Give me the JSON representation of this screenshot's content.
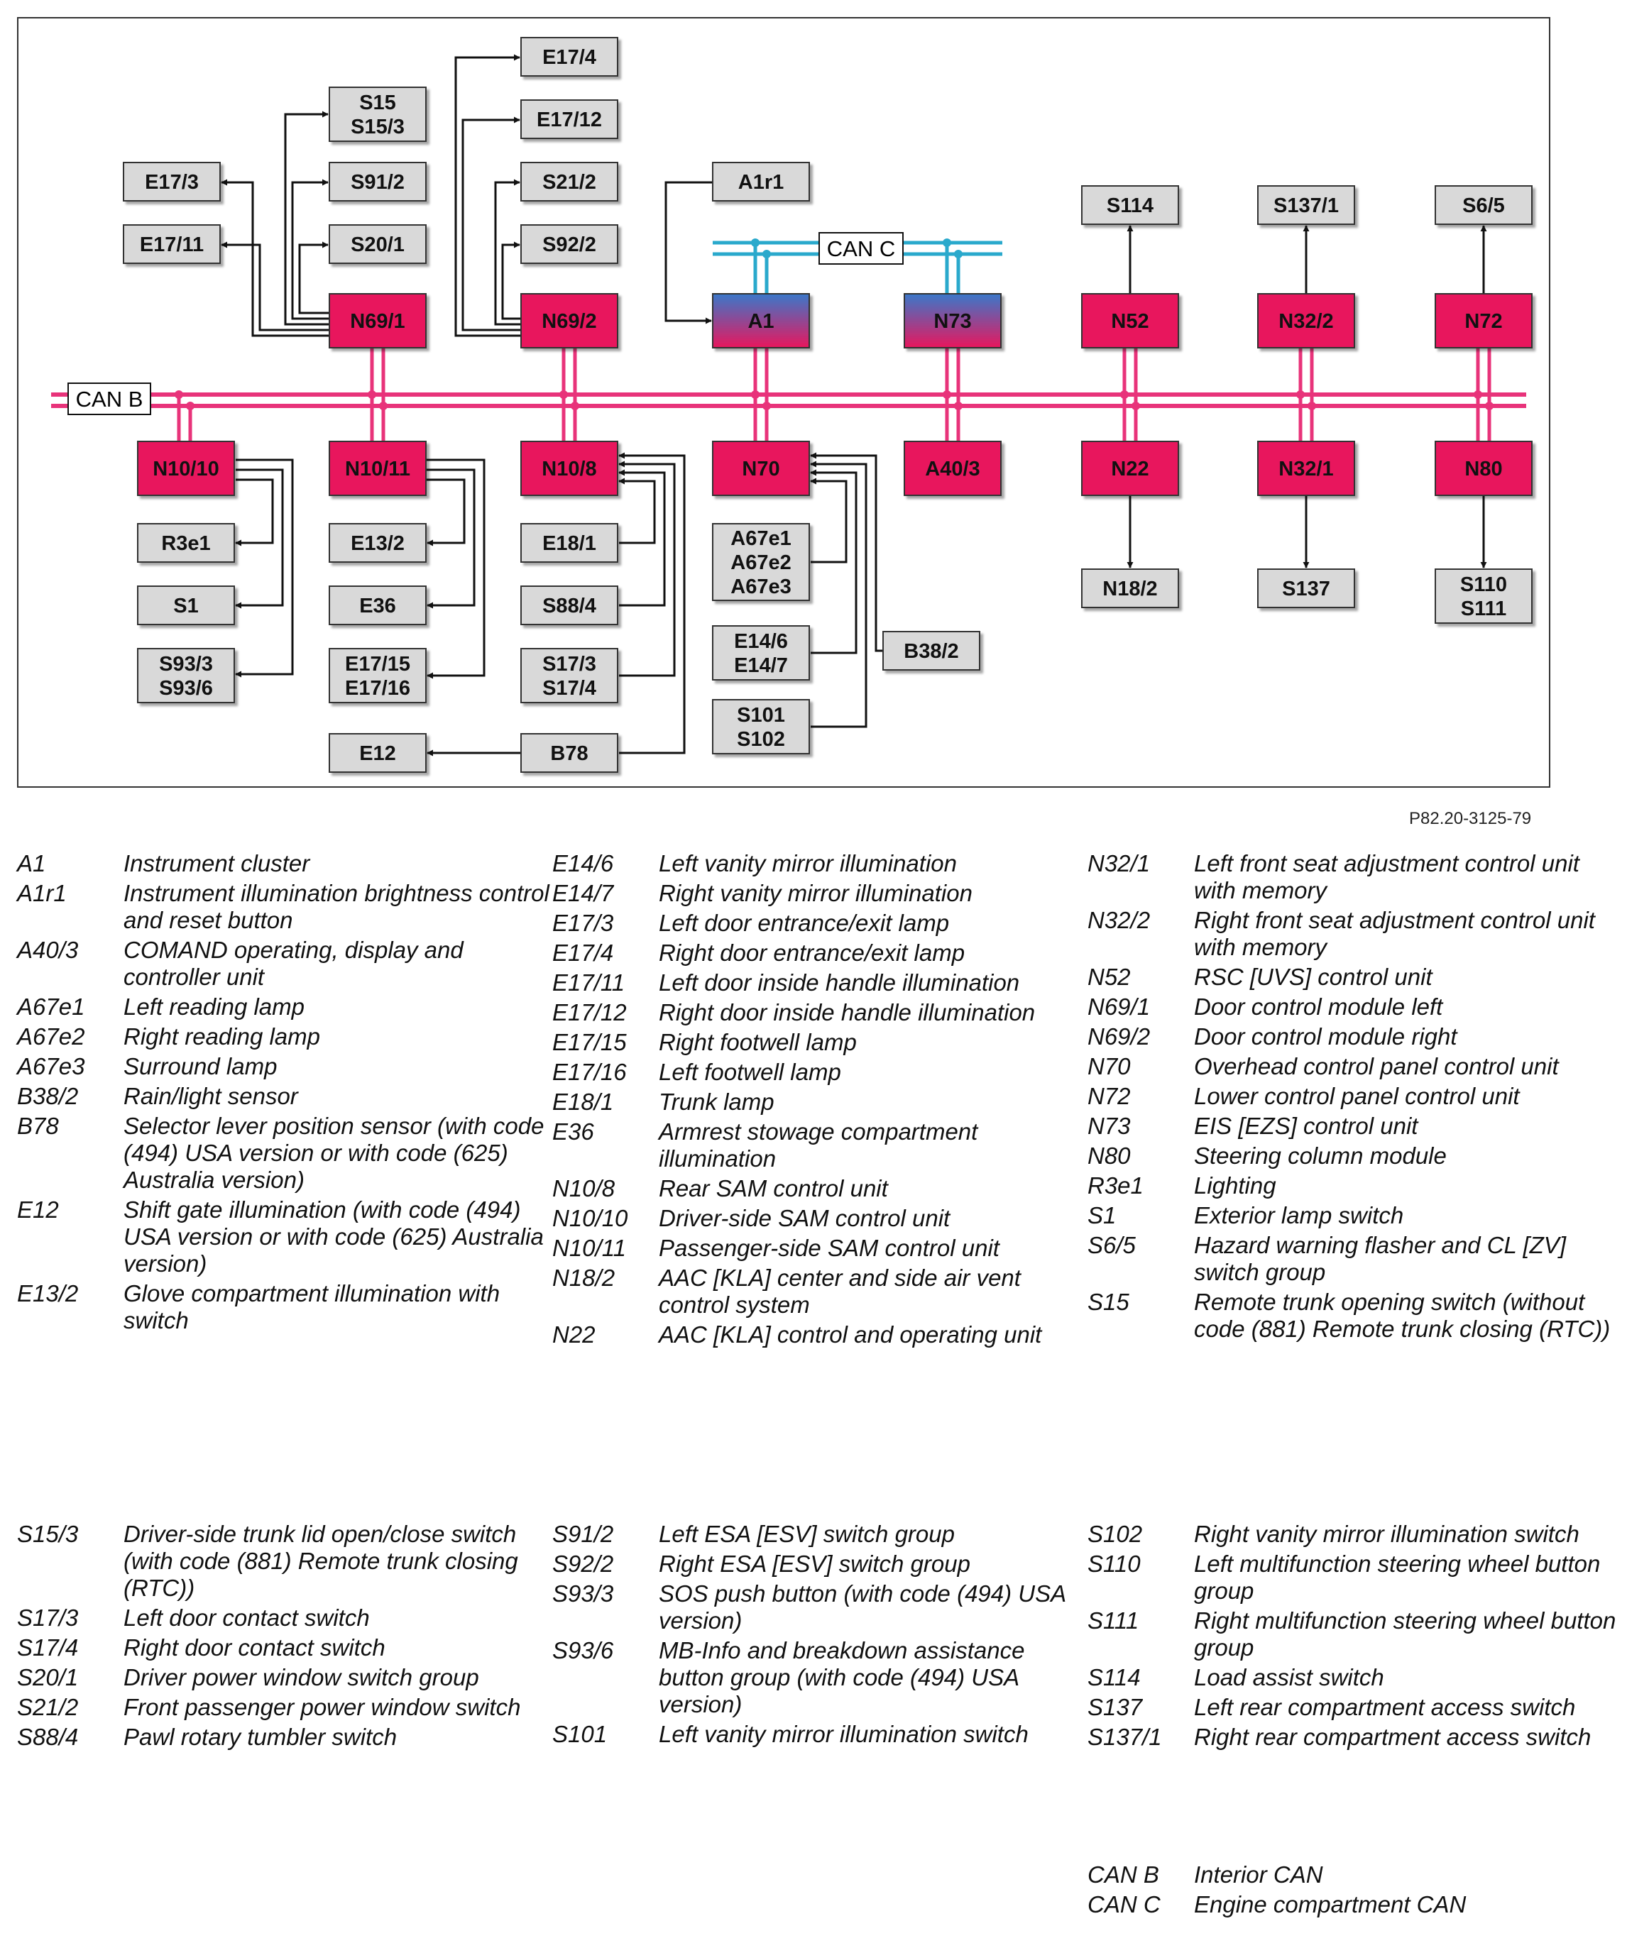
{
  "ref": "P82.20-3125-79",
  "bus_labels": {
    "can_b": "CAN B",
    "can_c": "CAN C"
  },
  "colors": {
    "can_b": "#e8337a",
    "can_c": "#2aa9cc",
    "module": "#e8175d",
    "module_gradient_top": "#3a78c9",
    "component": "#d9d9d9"
  },
  "boxes": {
    "E17_4": [
      "E17/4"
    ],
    "E17_12": [
      "E17/12"
    ],
    "S21_2": [
      "S21/2"
    ],
    "S92_2": [
      "S92/2"
    ],
    "S15_S15_3": [
      "S15",
      "S15/3"
    ],
    "E17_3": [
      "E17/3"
    ],
    "E17_11": [
      "E17/11"
    ],
    "S91_2": [
      "S91/2"
    ],
    "S20_1": [
      "S20/1"
    ],
    "A1r1": [
      "A1r1"
    ],
    "S114": [
      "S114"
    ],
    "S137_1": [
      "S137/1"
    ],
    "S6_5": [
      "S6/5"
    ],
    "N69_1": [
      "N69/1"
    ],
    "N69_2": [
      "N69/2"
    ],
    "A1": [
      "A1"
    ],
    "N73": [
      "N73"
    ],
    "N52": [
      "N52"
    ],
    "N32_2": [
      "N32/2"
    ],
    "N72": [
      "N72"
    ],
    "N10_10": [
      "N10/10"
    ],
    "N10_11": [
      "N10/11"
    ],
    "N10_8": [
      "N10/8"
    ],
    "N70": [
      "N70"
    ],
    "A40_3": [
      "A40/3"
    ],
    "N22": [
      "N22"
    ],
    "N32_1": [
      "N32/1"
    ],
    "N80": [
      "N80"
    ],
    "R3e1": [
      "R3e1"
    ],
    "S1": [
      "S1"
    ],
    "S93_3_S93_6": [
      "S93/3",
      "S93/6"
    ],
    "E13_2": [
      "E13/2"
    ],
    "E36": [
      "E36"
    ],
    "E17_15_E17_16": [
      "E17/15",
      "E17/16"
    ],
    "E18_1": [
      "E18/1"
    ],
    "S88_4": [
      "S88/4"
    ],
    "S17_3_S17_4": [
      "S17/3",
      "S17/4"
    ],
    "A67e1_3": [
      "A67e1",
      "A67e2",
      "A67e3"
    ],
    "E14_6_7": [
      "E14/6",
      "E14/7"
    ],
    "S101_S102": [
      "S101",
      "S102"
    ],
    "B38_2": [
      "B38/2"
    ],
    "E12": [
      "E12"
    ],
    "B78": [
      "B78"
    ],
    "N18_2": [
      "N18/2"
    ],
    "S137": [
      "S137"
    ],
    "S110_S111": [
      "S110",
      "S111"
    ]
  },
  "legend": {
    "col1": [
      {
        "code": "A1",
        "desc": "Instrument cluster"
      },
      {
        "code": "A1r1",
        "desc": "Instrument illumination brightness control and reset button"
      },
      {
        "code": "A40/3",
        "desc": "COMAND operating, display and controller unit"
      },
      {
        "code": "A67e1",
        "desc": "Left reading lamp"
      },
      {
        "code": "A67e2",
        "desc": "Right reading lamp"
      },
      {
        "code": "A67e3",
        "desc": "Surround lamp"
      },
      {
        "code": "B38/2",
        "desc": "Rain/light sensor"
      },
      {
        "code": "B78",
        "desc": "Selector lever position sensor (with code (494) USA version or with code (625) Australia version)"
      },
      {
        "code": "E12",
        "desc": "Shift gate illumination (with code (494) USA version or with code (625) Australia version)"
      },
      {
        "code": "E13/2",
        "desc": "Glove compartment illumination with switch"
      }
    ],
    "col2": [
      {
        "code": "E14/6",
        "desc": "Left vanity mirror illumination"
      },
      {
        "code": "E14/7",
        "desc": "Right vanity mirror illumination"
      },
      {
        "code": "E17/3",
        "desc": "Left door entrance/exit lamp"
      },
      {
        "code": "E17/4",
        "desc": "Right door entrance/exit lamp"
      },
      {
        "code": "E17/11",
        "desc": "Left door inside handle illumination"
      },
      {
        "code": "E17/12",
        "desc": "Right door inside handle illumination"
      },
      {
        "code": "E17/15",
        "desc": "Right footwell lamp"
      },
      {
        "code": "E17/16",
        "desc": "Left footwell lamp"
      },
      {
        "code": "E18/1",
        "desc": "Trunk lamp"
      },
      {
        "code": "E36",
        "desc": "Armrest stowage compartment illumination"
      },
      {
        "code": "N10/8",
        "desc": "Rear SAM control unit"
      },
      {
        "code": "N10/10",
        "desc": "Driver-side SAM control unit"
      },
      {
        "code": "N10/11",
        "desc": "Passenger-side SAM control unit"
      },
      {
        "code": "N18/2",
        "desc": "AAC [KLA] center and side air vent control system"
      },
      {
        "code": "N22",
        "desc": "AAC [KLA] control and operating unit"
      }
    ],
    "col3": [
      {
        "code": "N32/1",
        "desc": "Left front seat adjustment control unit with memory"
      },
      {
        "code": "N32/2",
        "desc": "Right front seat adjustment control unit with memory"
      },
      {
        "code": "N52",
        "desc": "RSC [UVS] control unit"
      },
      {
        "code": "N69/1",
        "desc": "Door control module left"
      },
      {
        "code": "N69/2",
        "desc": "Door control module right"
      },
      {
        "code": "N70",
        "desc": "Overhead control panel control unit"
      },
      {
        "code": "N72",
        "desc": "Lower control panel control unit"
      },
      {
        "code": "N73",
        "desc": "EIS [EZS] control unit"
      },
      {
        "code": "N80",
        "desc": "Steering column module"
      },
      {
        "code": "R3e1",
        "desc": "Lighting"
      },
      {
        "code": "S1",
        "desc": "Exterior lamp switch"
      },
      {
        "code": "S6/5",
        "desc": "Hazard warning flasher and CL [ZV] switch group"
      },
      {
        "code": "S15",
        "desc": "Remote trunk opening switch (without code (881) Remote trunk closing (RTC))"
      }
    ],
    "col4": [
      {
        "code": "S15/3",
        "desc": "Driver-side trunk lid open/close switch (with code (881) Remote trunk closing (RTC))"
      },
      {
        "code": "S17/3",
        "desc": "Left door contact switch"
      },
      {
        "code": "S17/4",
        "desc": "Right door contact switch"
      },
      {
        "code": "S20/1",
        "desc": "Driver power window switch group"
      },
      {
        "code": "S21/2",
        "desc": "Front passenger power window switch"
      },
      {
        "code": "S88/4",
        "desc": "Pawl rotary tumbler switch"
      }
    ],
    "col5": [
      {
        "code": "S91/2",
        "desc": "Left ESA [ESV] switch group"
      },
      {
        "code": "S92/2",
        "desc": "Right ESA [ESV] switch group"
      },
      {
        "code": "S93/3",
        "desc": "SOS push button (with code (494) USA version)"
      },
      {
        "code": "S93/6",
        "desc": "MB-Info and breakdown assistance button group (with code (494) USA version)"
      },
      {
        "code": "S101",
        "desc": "Left vanity mirror illumination switch"
      }
    ],
    "col6": [
      {
        "code": "S102",
        "desc": "Right vanity mirror illumination switch"
      },
      {
        "code": "S110",
        "desc": "Left multifunction steering wheel button group"
      },
      {
        "code": "S111",
        "desc": "Right multifunction steering wheel button group"
      },
      {
        "code": "S114",
        "desc": "Load assist switch"
      },
      {
        "code": "S137",
        "desc": "Left rear compartment access switch"
      },
      {
        "code": "S137/1",
        "desc": "Right rear compartment access switch"
      }
    ],
    "col7": [
      {
        "code": "CAN B",
        "desc": "Interior CAN"
      },
      {
        "code": "CAN C",
        "desc": "Engine compartment CAN"
      }
    ]
  }
}
